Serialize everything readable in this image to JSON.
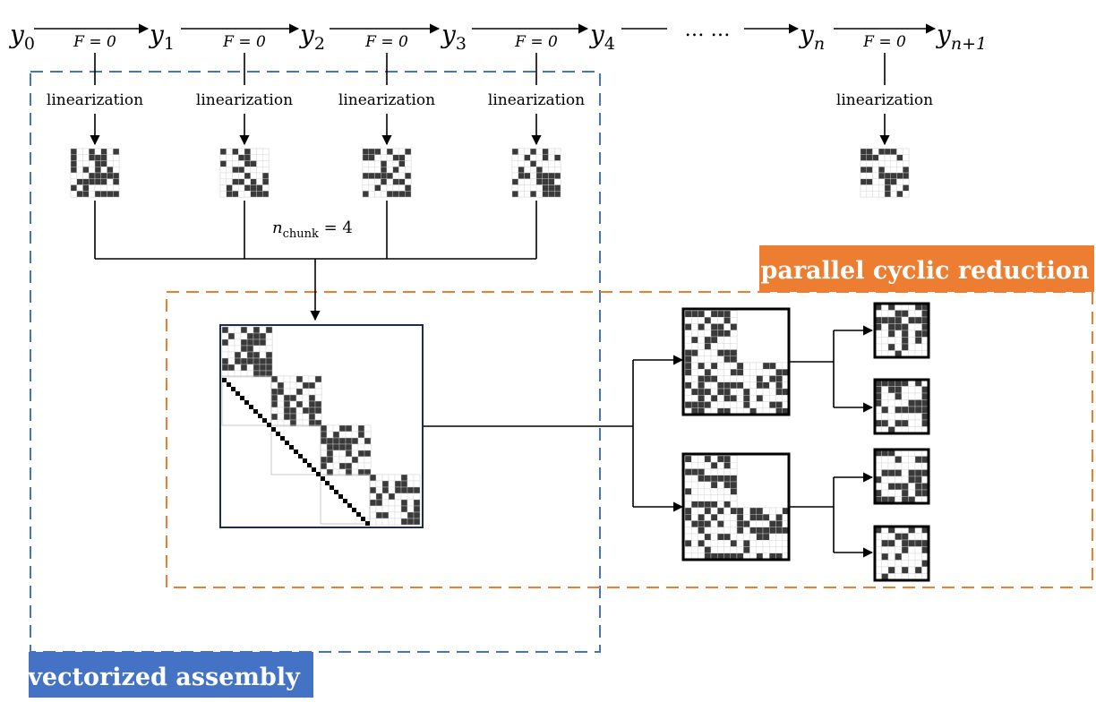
{
  "states": [
    {
      "base": "y",
      "sub": "0"
    },
    {
      "base": "y",
      "sub": "1"
    },
    {
      "base": "y",
      "sub": "2"
    },
    {
      "base": "y",
      "sub": "3"
    },
    {
      "base": "y",
      "sub": "4"
    },
    {
      "base": "y",
      "sub": "n"
    },
    {
      "base": "y",
      "sub": "n+1"
    }
  ],
  "ellipsis": "… …",
  "constraint_label": "F = 0",
  "linearization_label": "linearization",
  "chunk": {
    "var": "n",
    "sub": "chunk",
    "rest": " = 4"
  },
  "groups": {
    "vectorized_assembly": {
      "label": "vectorized assembly",
      "color": "#4472c4"
    },
    "parallel_cyclic_reduction": {
      "label": "parallel cyclic reduction",
      "color": "#ed7d31"
    }
  }
}
